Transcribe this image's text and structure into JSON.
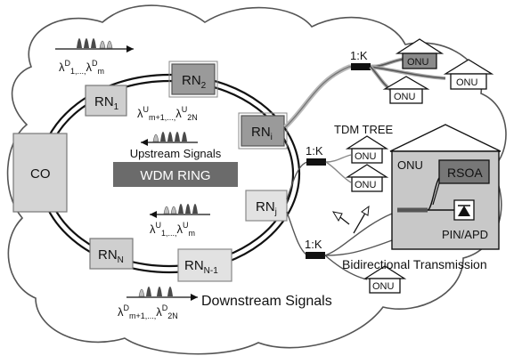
{
  "co_label": "CO",
  "rn_labels": {
    "rn1": {
      "base": "RN",
      "sub": "1"
    },
    "rn2": {
      "base": "RN",
      "sub": "2"
    },
    "rni": {
      "base": "RN",
      "sub": "i"
    },
    "rnj": {
      "base": "RN",
      "sub": "j"
    },
    "rnn": {
      "base": "RN",
      "sub": "N"
    },
    "rnn1": {
      "base": "RN",
      "sub": "N-1"
    }
  },
  "wdm_ring_label": "WDM RING",
  "upstream_signals_label": "Upstream Signals",
  "downstream_signals_label": "Downstream Signals",
  "tdm_tree_label": "TDM TREE",
  "bidirectional_label": "Bidirectional Transmission",
  "splitter_label": "1:K",
  "onu_label": "ONU",
  "onu_detail_label": "ONU",
  "rsoa_label": "RSOA",
  "pin_apd_label": "PIN/APD",
  "wavelength_labels": {
    "top_left": {
      "lambda": "λ",
      "sup1": "D",
      "sub1": "1,...,",
      "lambda2": "λ",
      "sup2": "D",
      "sub2": "m"
    },
    "upstream_top": {
      "lambda": "λ",
      "sup1": "U",
      "sub1": "m+1,...,",
      "lambda2": "λ",
      "sup2": "U",
      "sub2": "2N"
    },
    "upstream_mid": {
      "lambda": "λ",
      "sup1": "U",
      "sub1": "1,...,",
      "lambda2": "λ",
      "sup2": "U",
      "sub2": "m"
    },
    "bottom": {
      "lambda": "λ",
      "sup1": "D",
      "sub1": "m+1,...,",
      "lambda2": "λ",
      "sup2": "D",
      "sub2": "2N"
    }
  },
  "colors": {
    "wdm_ring_bar": "#6b6b6b",
    "rn_fill": "#cfcfcf",
    "rn_highlight_fill": "#9a9a9a",
    "onu_detail_fill": "#c8c8c8",
    "rsoa_fill": "#777777",
    "pulse_dark": "#4a4a4a",
    "pulse_light": "#bdbdbd"
  }
}
